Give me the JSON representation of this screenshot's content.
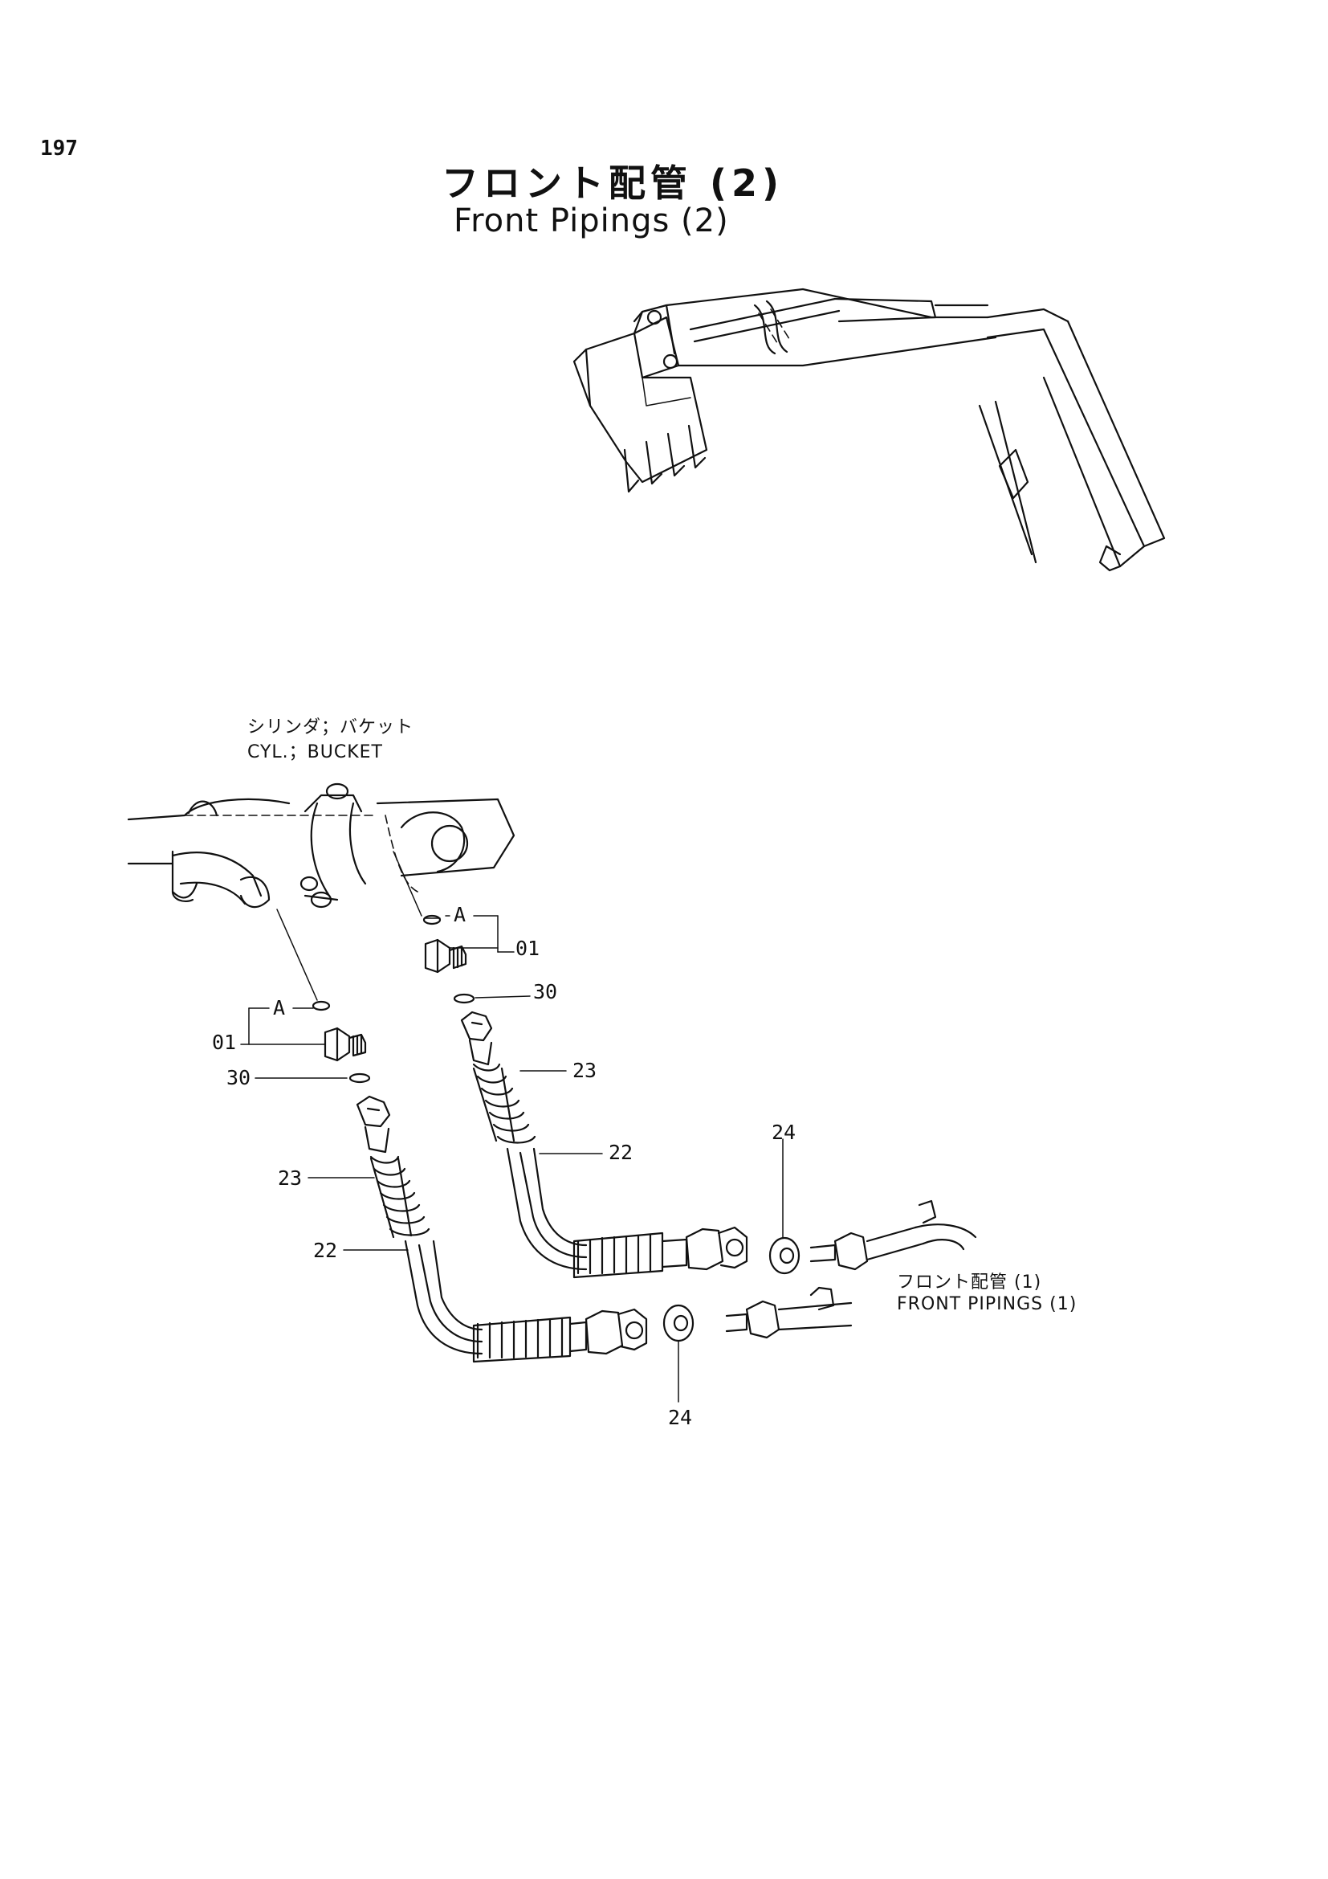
{
  "page": {
    "number": "197"
  },
  "title": {
    "japanese": "フロント配管 (2)",
    "english": "Front Pipings (2)"
  },
  "captions": {
    "bucket_cylinder_jp": "シリンダ；バケット",
    "bucket_cylinder_en": "CYL.；BUCKET",
    "front_pipings_jp": "フロント配管 (1)",
    "front_pipings_en": "FRONT PIPINGS (1)"
  },
  "callouts": {
    "detail_a_upper": "A",
    "detail_a_lower": "A",
    "part_01_upper": "01",
    "part_01_lower": "01",
    "part_30_upper": "30",
    "part_30_lower": "30",
    "part_23_upper": "23",
    "part_23_lower": "23",
    "part_22_upper": "22",
    "part_22_lower": "22",
    "part_24_upper": "24",
    "part_24_lower": "24"
  }
}
